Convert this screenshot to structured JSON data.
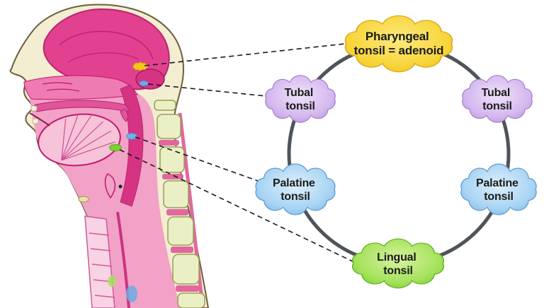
{
  "figure": {
    "ring": {
      "stroke_color": "#4f545a",
      "nodes": [
        {
          "id": "pharyngeal-tonsil",
          "line1": "Pharyngeal",
          "line2": "tonsil = adenoid",
          "color": "#f6d23a"
        },
        {
          "id": "tubal-tonsil-left",
          "line1": "Tubal",
          "line2": "tonsil",
          "color": "#cfaeea"
        },
        {
          "id": "tubal-tonsil-right",
          "line1": "Tubal",
          "line2": "tonsil",
          "color": "#cfaeea"
        },
        {
          "id": "palatine-tonsil-left",
          "line1": "Palatine",
          "line2": "tonsil",
          "color": "#9fd0f2"
        },
        {
          "id": "palatine-tonsil-right",
          "line1": "Palatine",
          "line2": "tonsil",
          "color": "#9fd0f2"
        },
        {
          "id": "lingual-tonsil",
          "line1": "Lingual",
          "line2": "tonsil",
          "color": "#8edd45"
        }
      ]
    },
    "head_markers": [
      {
        "id": "pharyngeal-tonsil-marker",
        "color": "#f2c71d"
      },
      {
        "id": "tubal-tonsil-marker",
        "color": "#6aaee3"
      },
      {
        "id": "palatine-tonsil-marker",
        "color": "#6fb4e8"
      },
      {
        "id": "lingual-tonsil-marker",
        "color": "#7ed32f"
      }
    ]
  }
}
